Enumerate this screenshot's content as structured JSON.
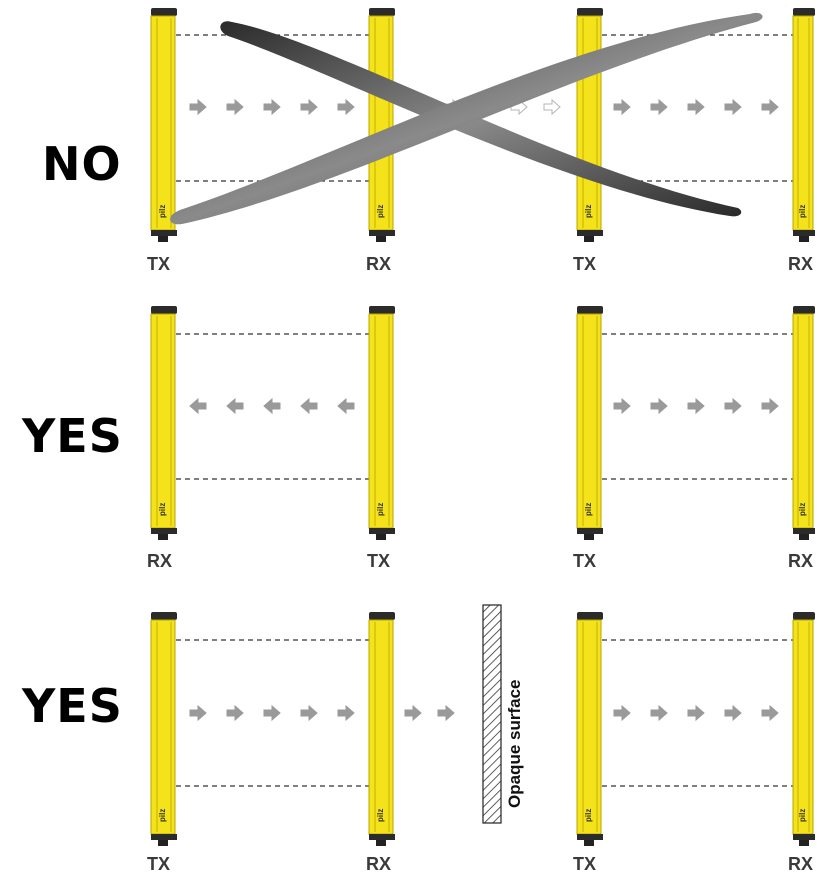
{
  "rows": [
    {
      "verdict": "NO",
      "pairs": [
        {
          "left_label": "TX",
          "right_label": "RX",
          "beam_direction": "right",
          "beam_count": 5
        },
        {
          "left_label": "TX",
          "right_label": "RX",
          "beam_direction": "right",
          "beam_count": 5
        }
      ],
      "overlap_beams": 4,
      "crossed_out": true
    },
    {
      "verdict": "YES",
      "pairs": [
        {
          "left_label": "RX",
          "right_label": "TX",
          "beam_direction": "left",
          "beam_count": 5
        },
        {
          "left_label": "TX",
          "right_label": "RX",
          "beam_direction": "right",
          "beam_count": 5
        }
      ],
      "crossed_out": false
    },
    {
      "verdict": "YES",
      "pairs": [
        {
          "left_label": "TX",
          "right_label": "RX",
          "beam_direction": "right",
          "beam_count": 5
        },
        {
          "left_label": "TX",
          "right_label": "RX",
          "beam_direction": "right",
          "beam_count": 5
        }
      ],
      "passthrough_beams": 2,
      "separator_label": "Opaque surface",
      "crossed_out": false
    }
  ],
  "brand_mark": "pilz",
  "colors": {
    "column_yellow": "#f4e21a",
    "column_edge": "#b9a400",
    "cap": "#2b2b2b",
    "arrow": "#9a9a9a",
    "cross": "#3a3a3a"
  }
}
